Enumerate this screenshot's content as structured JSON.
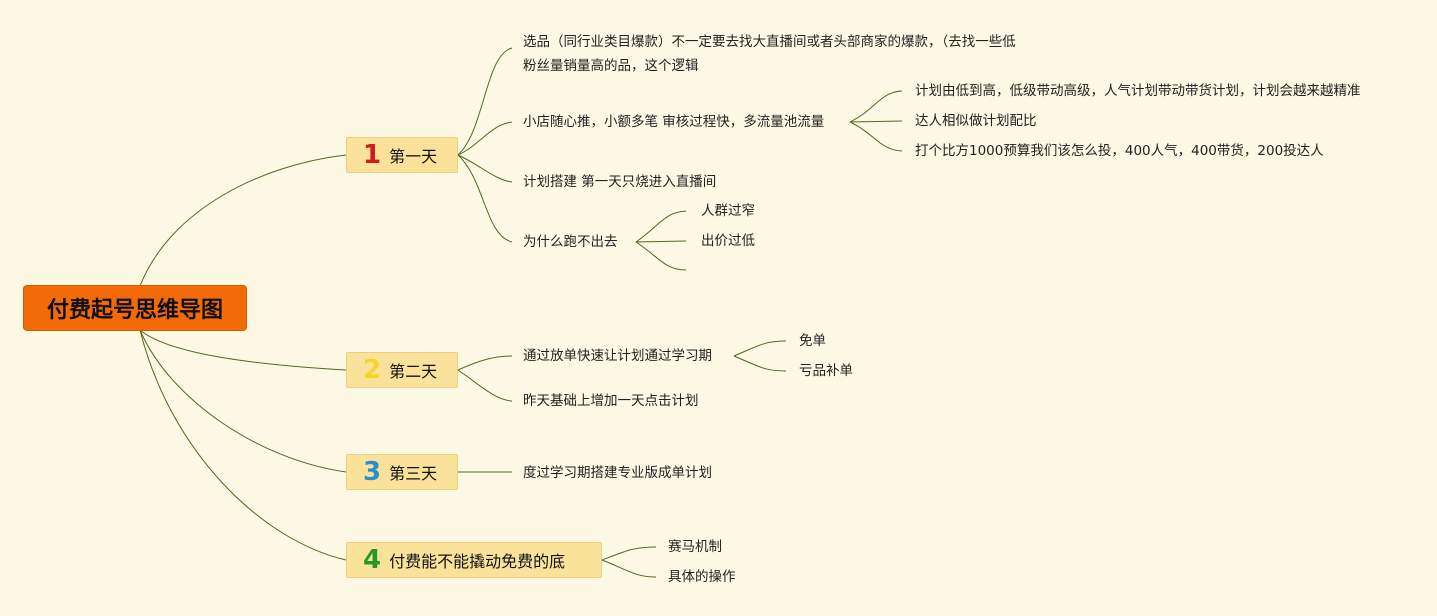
{
  "root": {
    "title": "付费起号思维导图"
  },
  "branches": [
    {
      "num": "1",
      "color": "#d01c1c",
      "label": "第一天"
    },
    {
      "num": "2",
      "color": "#f6d52a",
      "label": "第二天"
    },
    {
      "num": "3",
      "color": "#2b8fcf",
      "label": "第三天"
    },
    {
      "num": "4",
      "color": "#239a28",
      "label": "付费能不能撬动免费的底"
    }
  ],
  "day1": {
    "item1": "选品（同行业类目爆款）不一定要去找大直播间或者头部商家的爆款，（去找一些低粉丝量销量高的品，这个逻辑",
    "item2": "小店随心推，小额多笔 审核过程快，多流量池流量",
    "item2_children": [
      "计划由低到高，低级带动高级，人气计划带动带货计划，计划会越来越精准",
      "达人相似做计划配比",
      "打个比方1000预算我们该怎么投，400人气，400带货，200投达人"
    ],
    "item3": "计划搭建 第一天只烧进入直播间",
    "item4": "为什么跑不出去",
    "item4_children": [
      "人群过窄",
      "出价过低"
    ]
  },
  "day2": {
    "item1": "通过放单快速让计划通过学习期",
    "item1_children": [
      "免单",
      "亏品补单"
    ],
    "item2": "昨天基础上增加一天点击计划"
  },
  "day3": {
    "item1": "度过学习期搭建专业版成单计划"
  },
  "day4": {
    "children": [
      "赛马机制",
      "具体的操作"
    ]
  }
}
